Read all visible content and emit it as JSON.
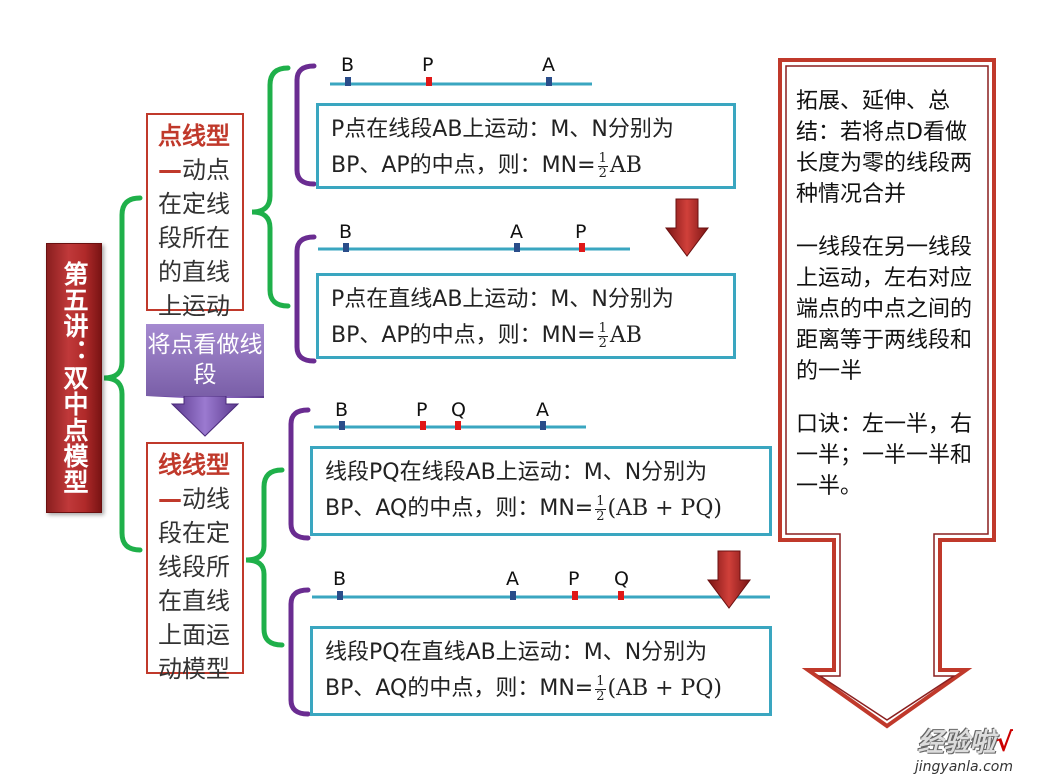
{
  "title": "第五讲：双中点模型",
  "point_type": {
    "highlight": "点线型",
    "rest": "—动点在定线段所在的直线上运动"
  },
  "line_type": {
    "highlight": "线线型",
    "rest": "—动线段在定线段所在直线上面运动模型"
  },
  "convert_label": "将点看做线段",
  "diagrams": [
    {
      "points": [
        "B",
        "P",
        "A"
      ],
      "line1": "P点在线段AB上运动：M、N分别为",
      "line2": "BP、AP的中点，则：MN=",
      "frac_num": "1",
      "frac_den": "2",
      "tail": "AB"
    },
    {
      "points": [
        "B",
        "A",
        "P"
      ],
      "line1": "P点在直线AB上运动：M、N分别为",
      "line2": "BP、AP的中点，则：MN=",
      "frac_num": "1",
      "frac_den": "2",
      "tail": "AB"
    },
    {
      "points": [
        "B",
        "P",
        "Q",
        "A"
      ],
      "line1": "线段PQ在线段AB上运动：M、N分别为",
      "line2": "BP、AQ的中点，则：MN=",
      "frac_num": "1",
      "frac_den": "2",
      "tail": "(AB + PQ)"
    },
    {
      "points": [
        "B",
        "A",
        "P",
        "Q"
      ],
      "line1": "线段PQ在直线AB上运动：M、N分别为",
      "line2": "BP、AQ的中点，则：MN=",
      "frac_num": "1",
      "frac_den": "2",
      "tail": "(AB + PQ)"
    }
  ],
  "summary": {
    "p1": "拓展、延伸、总结：若将点D看做长度为零的线段两种情况合并",
    "p2": "一线段在另一线段上运动，左右对应端点的中点之间的距离等于两线段和的一半",
    "p3": "口诀：左一半，右一半；一半一半和一半。"
  },
  "watermark": {
    "zh": "经验啦",
    "check": "√",
    "en": "jingyanla.com"
  },
  "colors": {
    "red": "#c0392b",
    "green": "#1fb04a",
    "purple": "#6a2c91",
    "teal": "#3aa6c0",
    "blue_mark": "#2a4d8a",
    "red_mark": "#e01818"
  }
}
